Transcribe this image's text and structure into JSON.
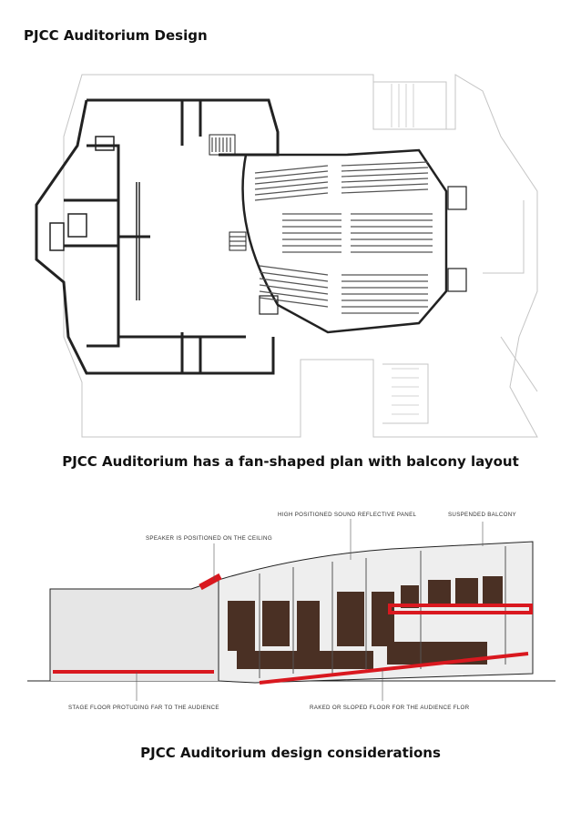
{
  "page": {
    "title": "PJCC Auditorium Design",
    "caption_plan": "PJCC Auditorium has a fan-shaped plan with balcony layout",
    "caption_section": "PJCC Auditorium design considerations"
  },
  "section_annotations": {
    "speaker": "SPEAKER IS POSITIONED ON THE CEILING",
    "panel": "HIGH POSITIONED SOUND REFLECTIVE PANEL",
    "balcony": "SUSPENDED BALCONY",
    "stage": "STAGE FLOOR PROTUDING FAR TO THE AUDIENCE",
    "raked": "RAKED OR SLOPED FLOOR FOR THE AUDIENCE FLOR"
  },
  "colors": {
    "highlight": "#d9181f",
    "wood": "#4a3024",
    "line": "#222222",
    "faint": "#c4c4c4"
  }
}
